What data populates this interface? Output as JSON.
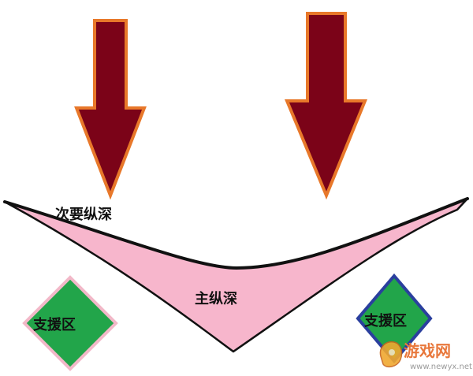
{
  "labels": {
    "secondary_depth": "次要纵深",
    "main_depth": "主纵深",
    "support_left": "支援区",
    "support_right": "支援区"
  },
  "watermark": {
    "brand": "游戏网",
    "url": "www.newyx.net"
  },
  "colors": {
    "arrow_fill": "#7b0318",
    "arrow_stroke": "#e8782a",
    "main_zone_fill": "#f7b6cc",
    "outline": "#111111",
    "support_fill": "#22a54a",
    "support_left_stroke": "#f2b8c8",
    "support_right_stroke": "#2a3f9e",
    "watermark_text": "#e8783c"
  },
  "icons": {
    "arrows": "down-arrow-icon",
    "watermark": "watermark-logo-icon"
  }
}
